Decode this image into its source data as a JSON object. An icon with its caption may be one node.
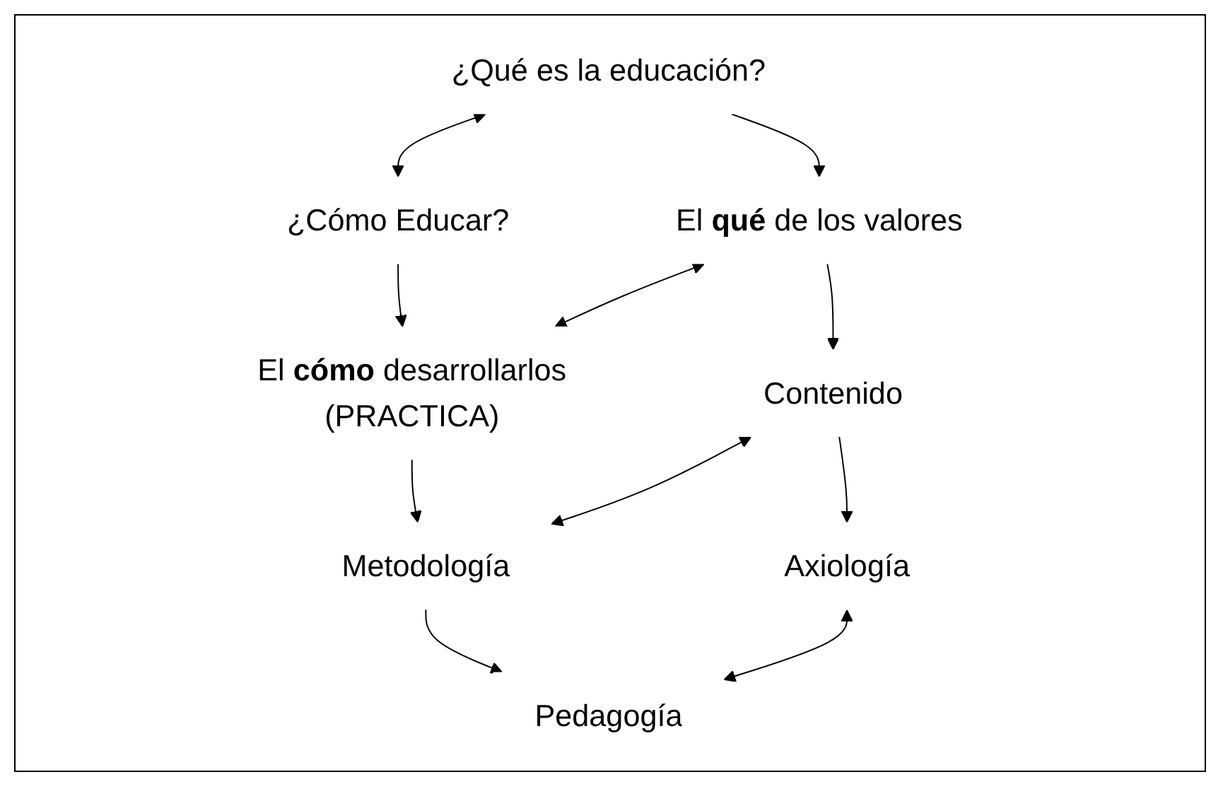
{
  "diagram": {
    "nodes": [
      {
        "text": [
          "¿Qué es la educación?"
        ]
      },
      {
        "text": [
          "¿Cómo Educar?"
        ]
      },
      {
        "text": [
          "El **qué** de los valores"
        ]
      },
      {
        "text": [
          "El **cómo** desarrollarlos",
          "(PRACTICA)"
        ]
      },
      {
        "text": [
          "Contenido"
        ]
      },
      {
        "text": [
          "Metodología"
        ]
      },
      {
        "text": [
          "Axiología"
        ]
      },
      {
        "text": [
          "Pedagogía"
        ]
      }
    ],
    "edges": [
      {
        "from": 0,
        "to": 1,
        "arrow": "both"
      },
      {
        "from": 0,
        "to": 2,
        "arrow": "to"
      },
      {
        "from": 1,
        "to": 3,
        "arrow": "to"
      },
      {
        "from": 2,
        "to": 3,
        "arrow": "both"
      },
      {
        "from": 2,
        "to": 4,
        "arrow": "to"
      },
      {
        "from": 3,
        "to": 5,
        "arrow": "to"
      },
      {
        "from": 4,
        "to": 5,
        "arrow": "both"
      },
      {
        "from": 4,
        "to": 6,
        "arrow": "to"
      },
      {
        "from": 5,
        "to": 7,
        "arrow": "to"
      },
      {
        "from": 6,
        "to": 7,
        "arrow": "both"
      }
    ]
  }
}
